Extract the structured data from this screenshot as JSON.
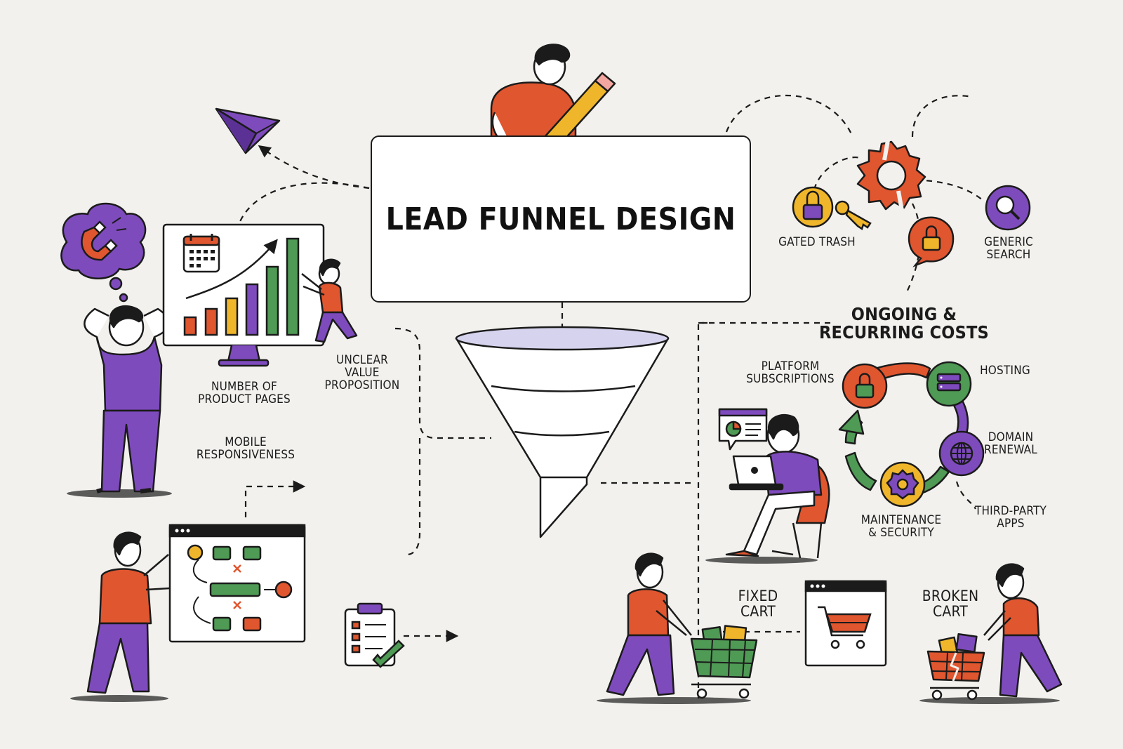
{
  "title": "LEAD FUNNEL DESIGN",
  "labels": {
    "product_pages": "NUMBER OF\nPRODUCT PAGES",
    "value_prop": "UNCLEAR\nVALUE\nPROPOSITION",
    "mobile": "MOBILE\nRESPONSIVENESS",
    "gated_trash": "GATED TRASH",
    "generic_search": "GENERIC\nSEARCH",
    "costs_heading": "ONGOING &\nRECURRING COSTS",
    "platform": "PLATFORM\nSUBSCRIPTIONS",
    "hosting": "HOSTING",
    "domain": "DOMAIN\nRENEWAL",
    "third_party": "THIRD-PARTY\nAPPS",
    "maintenance": "MAINTENANCE\n& SECURITY",
    "fixed_cart": "FIXED\nCART",
    "broken_cart": "BROKEN\nCART"
  },
  "icons": [
    "magnet-icon",
    "calendar-icon",
    "paper-plane-icon",
    "pencil-icon",
    "funnel-icon",
    "gear-icon",
    "padlock-icon",
    "key-icon",
    "magnifier-icon",
    "server-icon",
    "globe-icon",
    "clipboard-icon",
    "shopping-cart-icon",
    "laptop-icon",
    "pie-chart-icon"
  ],
  "colors": {
    "background": "#f2f1ee",
    "orange": "#e0562f",
    "purple": "#7e4bbd",
    "green": "#4f9a55",
    "yellow": "#f0b62b",
    "ink": "#1b1b1b"
  }
}
